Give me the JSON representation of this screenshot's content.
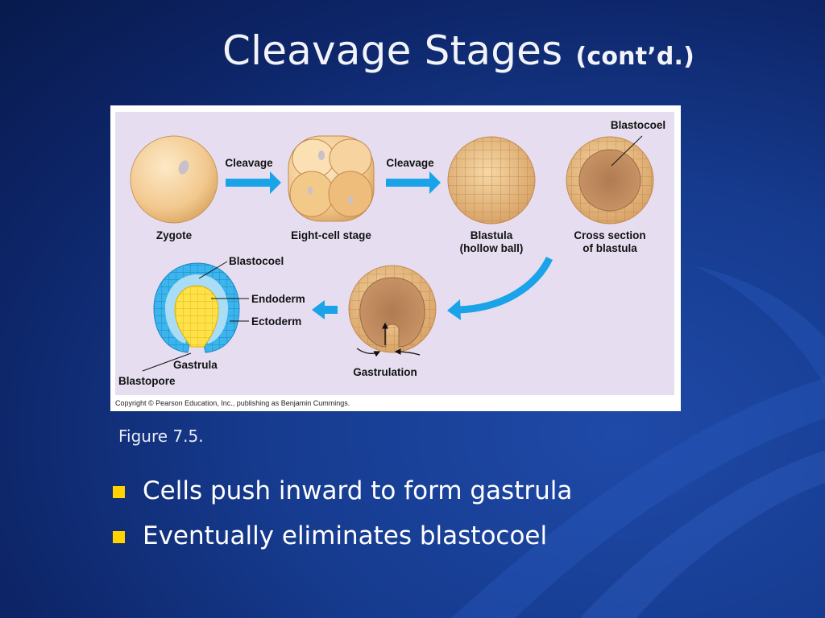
{
  "slide": {
    "title": "Cleavage Stages",
    "title_suffix": "(cont’d.)",
    "caption": "Figure 7.5.",
    "bullets": [
      "Cells push inward to form gastrula",
      "Eventually eliminates blastocoel"
    ]
  },
  "figure": {
    "labels": {
      "cleavage_1": "Cleavage",
      "cleavage_2": "Cleavage",
      "zygote": "Zygote",
      "eight_cell": "Eight-cell stage",
      "blastula_1": "Blastula",
      "blastula_2": "(hollow ball)",
      "cross_1": "Cross section",
      "cross_2": "of blastula",
      "blastocoel_top": "Blastocoel",
      "blastocoel_gastrula": "Blastocoel",
      "endoderm": "Endoderm",
      "ectoderm": "Ectoderm",
      "gastrula": "Gastrula",
      "blastopore": "Blastopore",
      "gastrulation": "Gastrulation"
    },
    "copyright": "Copyright © Pearson Education, Inc., publishing as Benjamin Cummings."
  },
  "colors": {
    "background": "#163b8f",
    "panel": "#e6def0",
    "arrow": "#1aa3e8",
    "cell": "#f3c98a",
    "ectoderm": "#3cb4ec",
    "endoderm": "#ffe14a",
    "bullet_marker": "#ffd200"
  },
  "icons": {
    "bullet": "square-bullet-icon"
  }
}
